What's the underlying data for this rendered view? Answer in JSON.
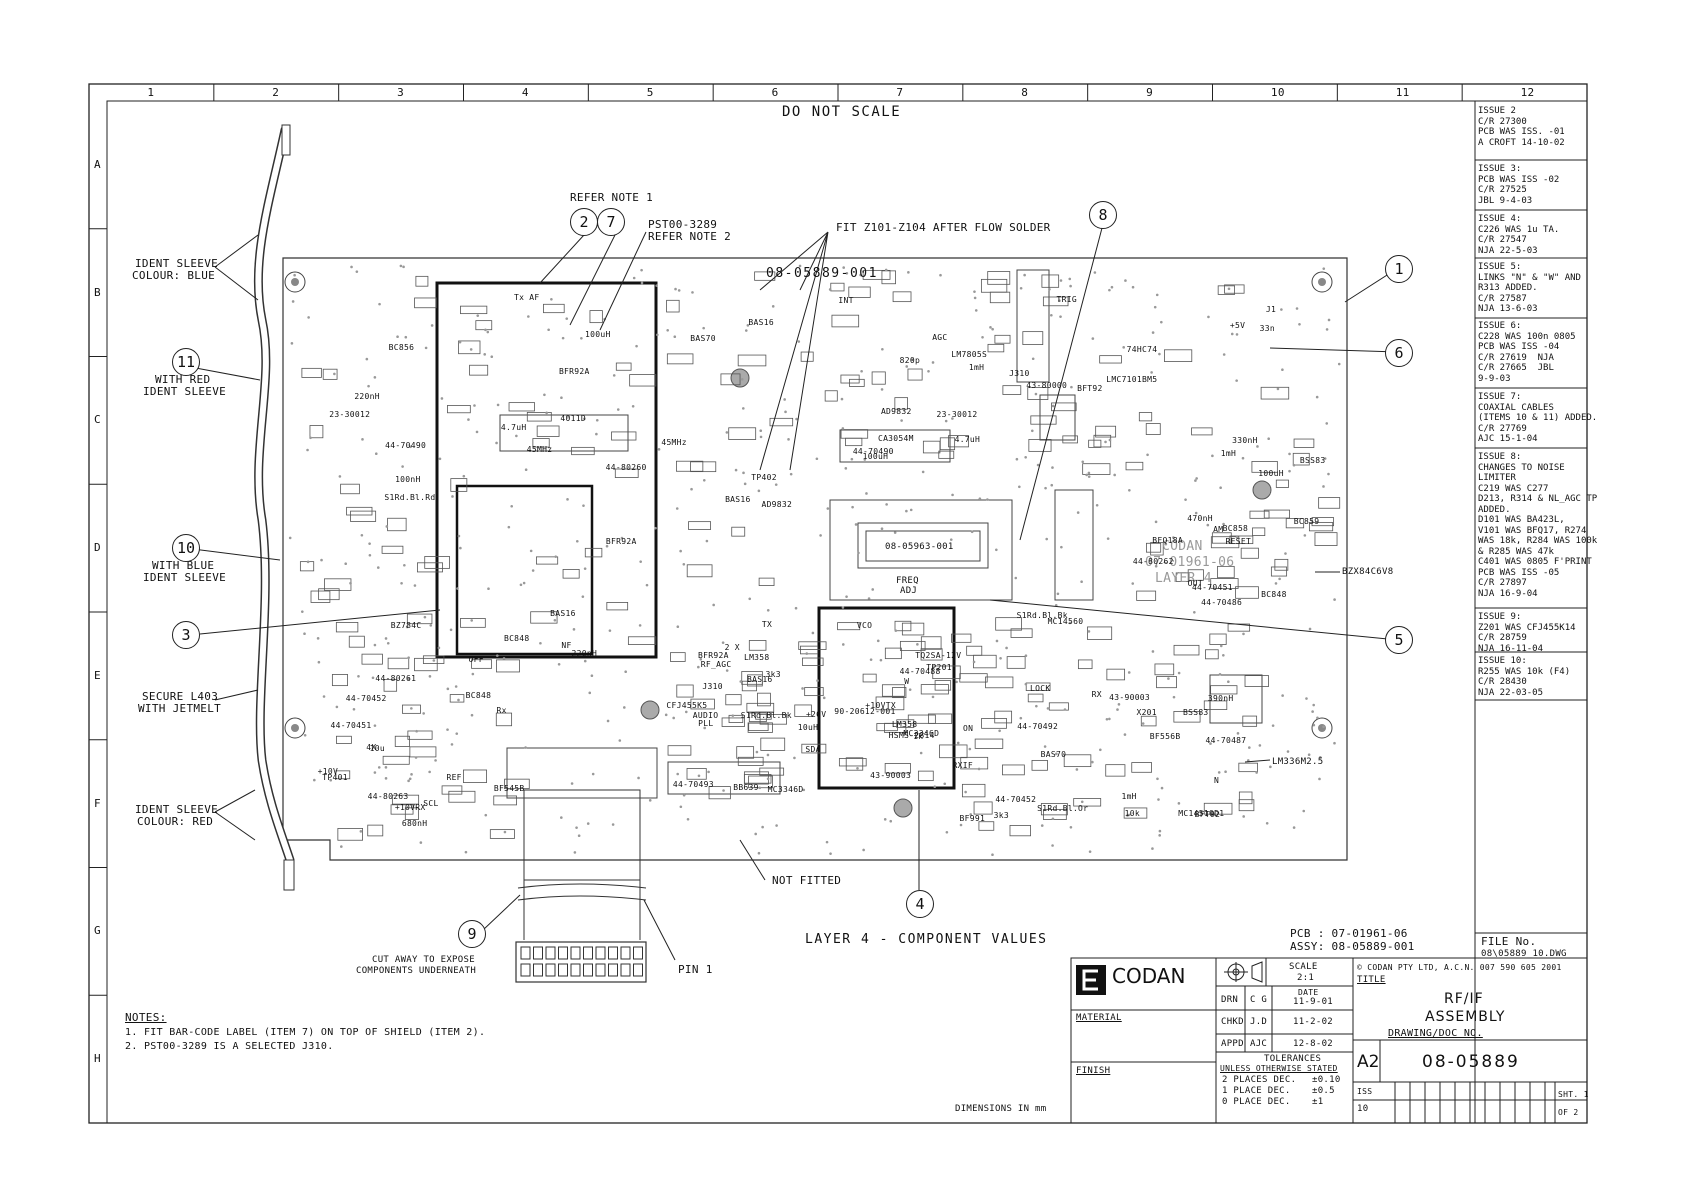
{
  "header": {
    "do_not_scale": "DO NOT SCALE",
    "zones_top": [
      "1",
      "2",
      "3",
      "4",
      "5",
      "6",
      "7",
      "8",
      "9",
      "10",
      "11",
      "12"
    ],
    "zones_side": [
      "A",
      "B",
      "C",
      "D",
      "E",
      "F",
      "G",
      "H"
    ]
  },
  "callouts": {
    "refer_note_1": "REFER NOTE 1",
    "pst": "PST00-3289",
    "refer_note_2": "REFER NOTE 2",
    "fit_z": "FIT Z101-Z104 AFTER FLOW SOLDER",
    "ident_blue": "IDENT SLEEVE",
    "ident_blue_2": "COLOUR: BLUE",
    "with_red": "WITH RED",
    "with_red_2": "IDENT SLEEVE",
    "with_blue": "WITH BLUE",
    "with_blue_2": "IDENT SLEEVE",
    "secure": "SECURE L403",
    "secure_2": "WITH JETMELT",
    "ident_red": "IDENT SLEEVE",
    "ident_red_2": "COLOUR: RED",
    "cut_away": "CUT AWAY TO EXPOSE",
    "cut_away_2": "COMPONENTS UNDERNEATH",
    "pin1": "PIN 1",
    "not_fitted": "NOT FITTED",
    "lm336": "LM336M2.5",
    "bzx": "BZX84C6V8",
    "layer_title": "LAYER 4 - COMPONENT VALUES"
  },
  "balloons": [
    "2",
    "7",
    "8",
    "1",
    "6",
    "11",
    "10",
    "3",
    "5",
    "4",
    "9"
  ],
  "board": {
    "part_top": "08-05889-001",
    "board_id_1": "CODAN",
    "board_id_2": "07-01961-06",
    "board_id_3": "LAYER 4",
    "inner_part": "08-05963-001",
    "freq_adj": "FREQ",
    "freq_adj_2": "ADJ",
    "labels": [
      "44-70490",
      "220nH",
      "TX",
      "44-70490",
      "330nH",
      "390nH",
      "TQ2SA-12V",
      "BAS16",
      "44-80263",
      "S1Rd.Bl.Or",
      "BFQ18A",
      "100nH",
      "4.7uH",
      "10uH",
      "820p",
      "J1",
      "RX",
      "+10VTX",
      "+26V",
      "BC848",
      "3k3",
      "BC859",
      "10u",
      "100uH",
      "BAS16",
      "LM7805S",
      "+5V",
      "X201",
      "43-90003",
      "2 X",
      "44-80261",
      "S1Rd.Bl.Bk",
      "470nH",
      "220nH",
      "44-80260",
      "S1Rd.Bl.Bk",
      "23-30012",
      "43-80000",
      "BF556B",
      "44-70488",
      "BB639",
      "4X",
      "BAS70",
      "44-80262",
      "S1Rd.Bl.Rd",
      "BFR92A",
      "J310",
      "J310",
      "BFT92",
      "BFT92",
      "HSMS-2814",
      "44-70493",
      "44-70452",
      "44-70452",
      "44-70451",
      "44-70451",
      "45MHz",
      "45MHz",
      "4.7uH",
      "100uH",
      "MC14510D1",
      "VCO",
      "PLL",
      "REF",
      "44-70492",
      "BC848",
      "BC856",
      "BFR92A",
      "AD9832",
      "AD9832",
      "74HC74",
      "43-90003",
      "90-20612-001",
      "SDA",
      "SCL",
      "LOCK",
      "RESET",
      "+10V",
      "Tx AF",
      "TP402",
      "INT",
      "TRIG",
      "N",
      "W",
      "AUDIO",
      "Rx",
      "BF991",
      "44-70486",
      "23-30012",
      "NF",
      "BFR92A",
      "CA3054M",
      "LMC7101BM5",
      "44-70487",
      "MC3346D",
      "RF_AGC",
      "OFF",
      "ON",
      "BC858",
      "BZ784C",
      "4011D",
      "BAS16",
      "AGC",
      "BSS83",
      "BSS83",
      "TP201",
      "CFJ455K5",
      "680nH",
      "MC14560",
      "AM",
      "TP401",
      "BC848",
      "MC3346D",
      "1mH",
      "1mH",
      "1mH",
      "LM358",
      "LM358",
      "BF545B",
      "RXIF",
      "OUT",
      "+10VRX",
      "BAS16",
      "BAS70",
      "100uH",
      "33n",
      "10k",
      "1k",
      "3k3"
    ]
  },
  "issues": [
    {
      "title": "ISSUE 2",
      "body": "C/R 27300\nPCB WAS ISS. -01\nA CROFT 14-10-02"
    },
    {
      "title": "ISSUE 3:",
      "body": "PCB WAS ISS -02\nC/R 27525\nJBL 9-4-03"
    },
    {
      "title": "ISSUE 4:",
      "body": "C226 WAS 1u TA.\nC/R 27547\nNJA 22-5-03"
    },
    {
      "title": "ISSUE 5:",
      "body": "LINKS \"N\" & \"W\" AND\nR313 ADDED.\nC/R 27587\nNJA 13-6-03"
    },
    {
      "title": "ISSUE 6:",
      "body": "C228 WAS 100n 0805\nPCB WAS ISS -04\nC/R 27619  NJA\nC/R 27665  JBL\n9-9-03"
    },
    {
      "title": "ISSUE 7:",
      "body": "COAXIAL CABLES\n(ITEMS 10 & 11) ADDED.\nC/R 27769\nAJC 15-1-04"
    },
    {
      "title": "ISSUE 8:",
      "body": "CHANGES TO NOISE\nLIMITER\nC219 WAS C277\nD213, R314 & NL_AGC TP\nADDED.\nD101 WAS BA423L,\nV101 WAS BFQ17, R274\nWAS 18k, R284 WAS 100k\n& R285 WAS 47k\nC401 WAS 0805 F'PRINT\nPCB WAS ISS -05\nC/R 27897\nNJA 16-9-04"
    },
    {
      "title": "ISSUE 9:",
      "body": "Z201 WAS CFJ455K14\nC/R 28759\nNJA 16-11-04"
    },
    {
      "title": "ISSUE 10:",
      "body": "R255 WAS 10k (F4)\nC/R 28430\nNJA 22-03-05"
    }
  ],
  "pcb_info": {
    "pcb_label": "PCB  :  07-01961-06",
    "assy_label": "ASSY:  08-05889-001",
    "file_no": "FILE No.",
    "file_name": "08\\05889_10.DWG"
  },
  "notes": {
    "heading": "NOTES:",
    "items": [
      "1. FIT BAR-CODE LABEL (ITEM 7) ON TOP OF SHIELD (ITEM 2).",
      "2. PST00-3289 IS A SELECTED J310."
    ]
  },
  "title_block": {
    "company": "CODAN",
    "material": "MATERIAL",
    "finish": "FINISH",
    "dimensions": "DIMENSIONS IN mm",
    "scale_label": "SCALE",
    "scale_value": "2:1",
    "date_label": "DATE",
    "drn_label": "DRN",
    "drn_by": "C G",
    "drn_date": "11-9-01",
    "chkd_label": "CHKD",
    "chkd_by": "J.D",
    "chkd_date": "11-2-02",
    "appd_label": "APPD",
    "appd_by": "AJC",
    "appd_date": "12-8-02",
    "tolerances": "TOLERANCES",
    "tol_sub": "UNLESS OTHERWISE STATED",
    "tol_rows": [
      {
        "label": "2 PLACES DEC.",
        "value": "±0.10"
      },
      {
        "label": "1 PLACE DEC.",
        "value": "±0.5"
      },
      {
        "label": "0 PLACE DEC.",
        "value": "±1"
      }
    ],
    "copyright": "© CODAN  PTY LTD, A.C.N. 007 590 605  2001",
    "title_label": "TITLE",
    "title_1": "RF/IF",
    "title_2": "ASSEMBLY",
    "doc_label": "DRAWING/DOC NO.",
    "size": "A2",
    "doc_no": "08-05889",
    "iss_label": "ISS",
    "iss_value": "10",
    "sht_label": "SHT. 1",
    "of_label": "OF  2"
  }
}
